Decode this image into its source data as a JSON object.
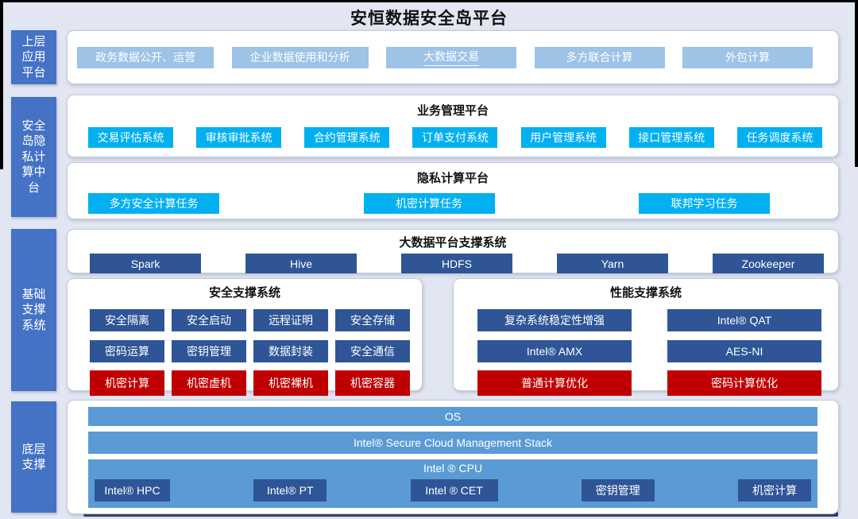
{
  "title": "安恒数据安全岛平台",
  "left_labels": {
    "upper": "上层应用平台",
    "middle": "安全岛隐私计算中台",
    "foundation": "基础支撑系统",
    "bottom": "底层支撑"
  },
  "upper_apps": [
    "政务数据公开、运营",
    "企业数据使用和分析",
    "大数据交易",
    "多方联合计算",
    "外包计算"
  ],
  "business": {
    "title": "业务管理平台",
    "systems": [
      "交易评估系统",
      "审核审批系统",
      "合约管理系统",
      "订单支付系统",
      "用户管理系统",
      "接口管理系统",
      "任务调度系统"
    ]
  },
  "privacy": {
    "title": "隐私计算平台",
    "tasks": [
      "多方安全计算任务",
      "机密计算任务",
      "联邦学习任务"
    ]
  },
  "bigdata": {
    "title": "大数据平台支撑系统",
    "components": [
      "Spark",
      "Hive",
      "HDFS",
      "Yarn",
      "Zookeeper"
    ]
  },
  "security_support": {
    "title": "安全支撑系统",
    "row1": [
      "安全隔离",
      "安全启动",
      "远程证明",
      "安全存储"
    ],
    "row2": [
      "密码运算",
      "密钥管理",
      "数据封装",
      "安全通信"
    ],
    "row3": [
      "机密计算",
      "机密虚机",
      "机密裸机",
      "机密容器"
    ]
  },
  "performance_support": {
    "title": "性能支撑系统",
    "row1": [
      "复杂系统稳定性增强",
      "Intel® QAT"
    ],
    "row2": [
      "Intel® AMX",
      "AES-NI"
    ],
    "row3": [
      "普通计算优化",
      "密码计算优化"
    ]
  },
  "bottom_layer": {
    "os": "OS",
    "stack": "Intel® Secure Cloud Management Stack",
    "cpu_label": "Intel ® CPU",
    "cpu_boxes": [
      "Intel® HPC",
      "Intel® PT",
      "Intel ® CET",
      "密钥管理",
      "机密计算"
    ]
  },
  "colors": {
    "side_label_blue": "#4472C4",
    "light_blue": "#9DC3E6",
    "cyan": "#00B0F0",
    "dark_blue": "#2F5597",
    "red": "#C00000",
    "bar_blue": "#5B9BD5",
    "navy_line": "#1F3864",
    "background": "#E1E6F2"
  }
}
